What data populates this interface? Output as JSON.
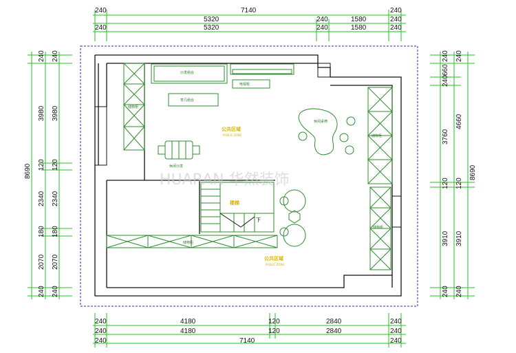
{
  "colors": {
    "wall": "#111111",
    "furniture": "#2e8b2e",
    "dimension_line": "#1fc21f",
    "border_dashed": "#2a2aa0",
    "zone_text": "#d4b400"
  },
  "dimensions": {
    "top": {
      "row1": [
        "240",
        "7140",
        "240"
      ],
      "row2": [
        "5320",
        "240",
        "1580",
        "240"
      ],
      "row3": [
        "240",
        "5320",
        "240",
        "1580",
        "240"
      ]
    },
    "bottom": {
      "row1": [
        "240",
        "4180",
        "120",
        "2840",
        "240"
      ],
      "row2": [
        "240",
        "4180",
        "120",
        "2840",
        "240"
      ],
      "row3": [
        "240",
        "7140",
        "240"
      ]
    },
    "left": {
      "outer": "8690",
      "mid": [
        "240",
        "3980",
        "120",
        "2340",
        "180",
        "2070",
        "240"
      ],
      "inner": [
        "240",
        "3980",
        "120",
        "2340",
        "180",
        "2070",
        "240"
      ]
    },
    "right": {
      "inner": [
        "240",
        "660",
        "240",
        "3760",
        "120",
        "3910",
        "240"
      ],
      "mid": [
        "240",
        "4660",
        "120",
        "3910",
        "240"
      ],
      "outer": "8690"
    }
  },
  "labels": {
    "sofa_group": "沙发组合",
    "tea_table": "茶几组合",
    "tv_cabinet": "电视柜",
    "leisure_chairs": "休闲桌椅",
    "leisure_sofa": "休闲沙发",
    "public_zone_top": "公共区域",
    "public_zone_top_sub": "PUBLIC ZONE",
    "public_zone_bottom": "公共区域",
    "public_zone_bottom_sub": "PUBLIC ZONE",
    "stair": "楼梯",
    "stair_down": "下",
    "cabinet": "储物柜"
  },
  "watermark": "HUARAN 华然装饰"
}
